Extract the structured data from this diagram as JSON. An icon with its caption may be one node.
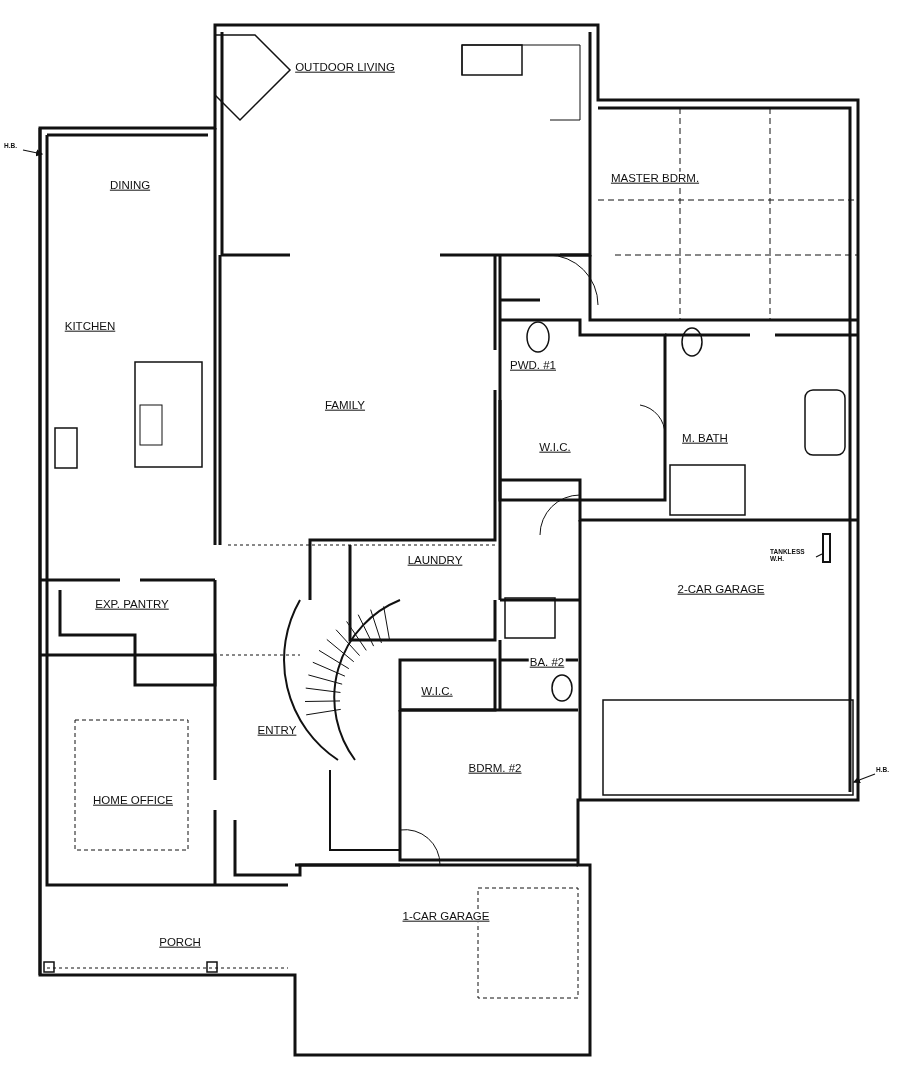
{
  "diagram": {
    "nodes": [
      {
        "text": [
          "TANKLESS W.H."
        ]
      },
      {
        "text": [],
        "shape": "box"
      },
      {
        "text": [
          "H.B."
        ]
      },
      {
        "text": [
          "H.B."
        ]
      }
    ],
    "edges": [
      {
        "from": 0,
        "to": 1,
        "arrow": "none"
      },
      {
        "from": 2,
        "to": null,
        "arrow": "to"
      },
      {
        "from": 3,
        "to": null,
        "arrow": "to"
      }
    ],
    "labels": [
      "OUTDOOR LIVING",
      "DINING",
      "MASTER BDRM.",
      "KITCHEN",
      "FAMILY",
      "PWD. #1",
      "W.I.C.",
      "M. BATH",
      "LAUNDRY",
      "EXP. PANTRY",
      "2-CAR GARAGE",
      "BA. #2",
      "W.I.C.",
      "ENTRY",
      "BDRM. #2",
      "HOME OFFICE",
      "1-CAR GARAGE",
      "PORCH"
    ]
  }
}
